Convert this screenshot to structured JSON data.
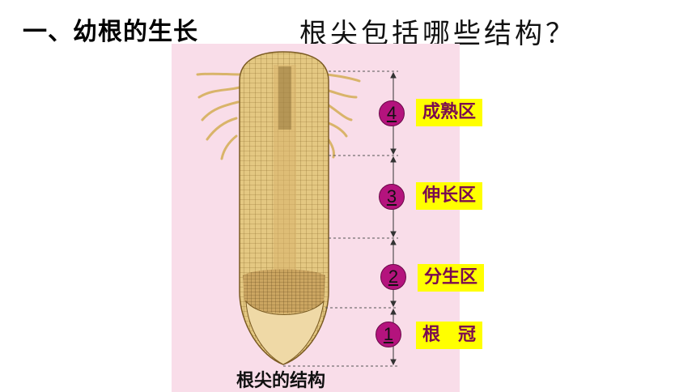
{
  "header": {
    "title": "一、幼根的生长",
    "question": "根尖包括哪些结构？"
  },
  "figure": {
    "caption": "根尖的结构",
    "zones": [
      {
        "number": "4",
        "label": "成熟区"
      },
      {
        "number": "3",
        "label": "伸长区"
      },
      {
        "number": "2",
        "label": "分生区"
      },
      {
        "number": "1",
        "label": "根　冠"
      }
    ]
  },
  "colors": {
    "panel": "#f9dde9",
    "badge": "#b4137d",
    "label_bg": "#ffff00",
    "label_text": "#7a0a50",
    "root_fill": "#e2c783"
  }
}
